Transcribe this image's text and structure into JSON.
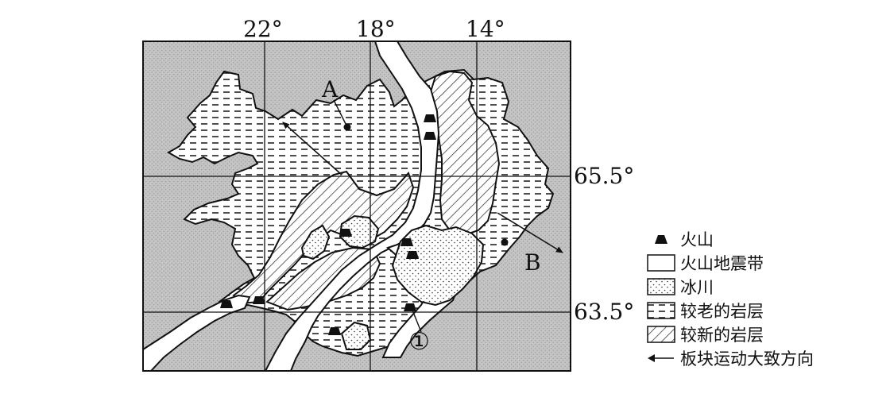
{
  "map": {
    "longitude_labels": [
      "22°",
      "18°",
      "14°"
    ],
    "latitude_labels": [
      "65.5°",
      "63.5°"
    ],
    "point_labels": {
      "a": "A",
      "b": "B",
      "c": "①"
    }
  },
  "legend": [
    {
      "icon": "volcano-icon",
      "label": "火山"
    },
    {
      "icon": "volcanic-seismic-belt-swatch",
      "label": "火山地震带"
    },
    {
      "icon": "glacier-swatch",
      "label": "冰川"
    },
    {
      "icon": "older-strata-swatch",
      "label": "较老的岩层"
    },
    {
      "icon": "newer-strata-swatch",
      "label": "较新的岩层"
    },
    {
      "icon": "arrow-left-icon",
      "label": "板块运动大致方向"
    }
  ],
  "colors": {
    "sea": "#c4c4c4",
    "ink": "#111111",
    "land": "#ffffff"
  }
}
